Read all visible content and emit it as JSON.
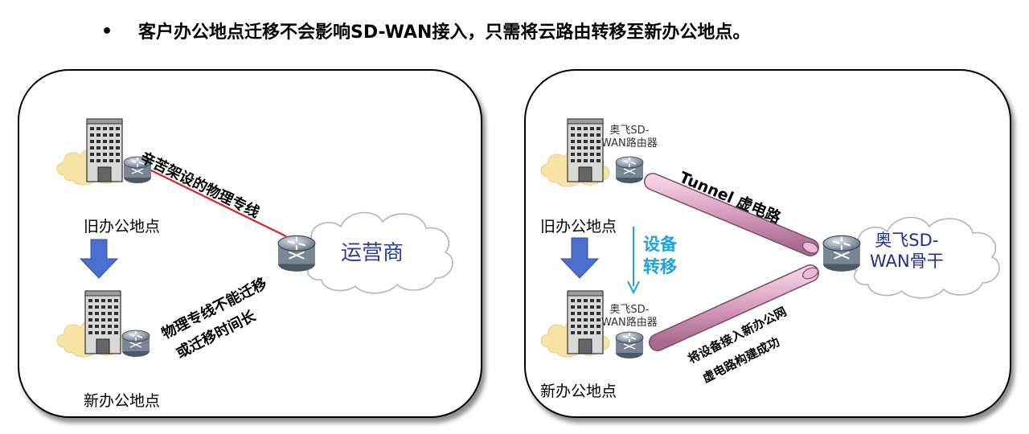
{
  "header": {
    "bullet": "•",
    "text": "客户办公地点迁移不会影响SD-WAN接入，只需将云路由转移至新办公地点。"
  },
  "left_panel": {
    "old_site_label": "旧办公地点",
    "new_site_label": "新办公地点",
    "line_label": "辛苦架设的物理专线",
    "carrier_label": "运营商",
    "issue_line1": "物理专线不能迁移",
    "issue_line2": "或迁移时间长"
  },
  "right_panel": {
    "old_site_label": "旧办公地点",
    "new_site_label": "新办公地点",
    "router_caption_top_1": "奥飞SD-",
    "router_caption_top_2": "WAN路由器",
    "router_caption_bottom_1": "奥飞SD-",
    "router_caption_bottom_2": "WAN路由器",
    "tunnel_label": "Tunnel 虚电路",
    "move_line1": "设备",
    "move_line2": "转移",
    "backbone_line1": "奥飞SD-",
    "backbone_line2": "WAN骨干",
    "new_tunnel_line1": "将设备接入新办公网",
    "new_tunnel_line2": "虚电路构建成功"
  },
  "colors": {
    "physical_line": "#e0201e",
    "tunnel_fill": "#d9a0c0",
    "arrow_blue": "#4a6fce",
    "move_arrow": "#1fa2e0",
    "carrier_text": "#2b3c9e",
    "cloud_yellow": "#f7e3a4"
  }
}
